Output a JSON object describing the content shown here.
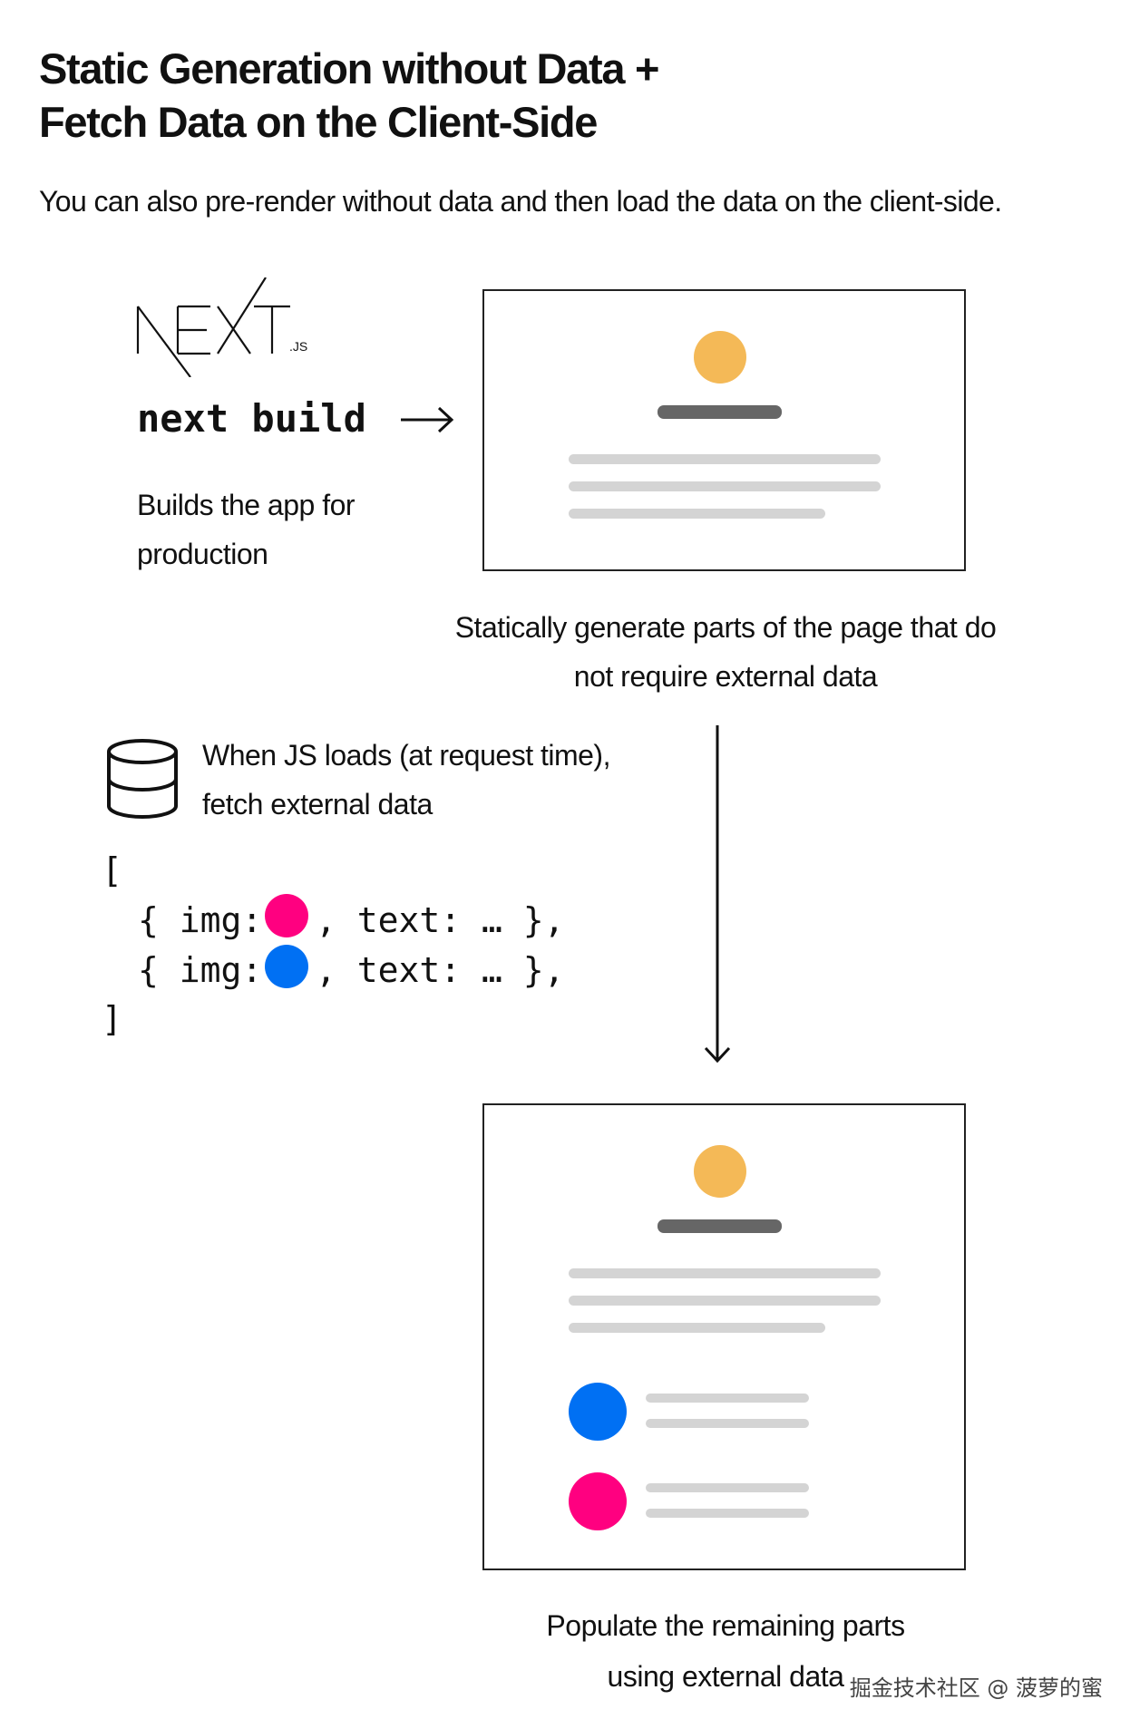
{
  "heading": {
    "line1": "Static Generation without Data +",
    "line2": "Fetch Data on the Client-Side"
  },
  "intro": "You can also pre-render without data and then load the data on the client-side.",
  "logo": {
    "text": "NEXT",
    "suffix": ".JS"
  },
  "build": {
    "command": "next build",
    "desc_line1": "Builds the app for",
    "desc_line2": "production"
  },
  "static_caption": {
    "line1": "Statically generate parts of the page that do",
    "line2": "not require external data"
  },
  "fetch_caption": {
    "line1": "When JS loads (at request time),",
    "line2": "fetch external data"
  },
  "code": {
    "open": "[",
    "row_prefix": "{ img:",
    "row_suffix": ", text: … },",
    "close": "]"
  },
  "populate_caption": {
    "line1": "Populate the remaining parts",
    "line2": "using external data"
  },
  "watermark": "掘金技术社区 @ 菠萝的蜜",
  "colors": {
    "avatar": "#F4B957",
    "title_bar": "#666666",
    "text_bar": "#D4D4D4",
    "pink": "#FF0080",
    "blue": "#0070F3"
  },
  "icons": [
    "nextjs-logo",
    "arrow-right-icon",
    "database-icon",
    "arrow-down-icon"
  ]
}
